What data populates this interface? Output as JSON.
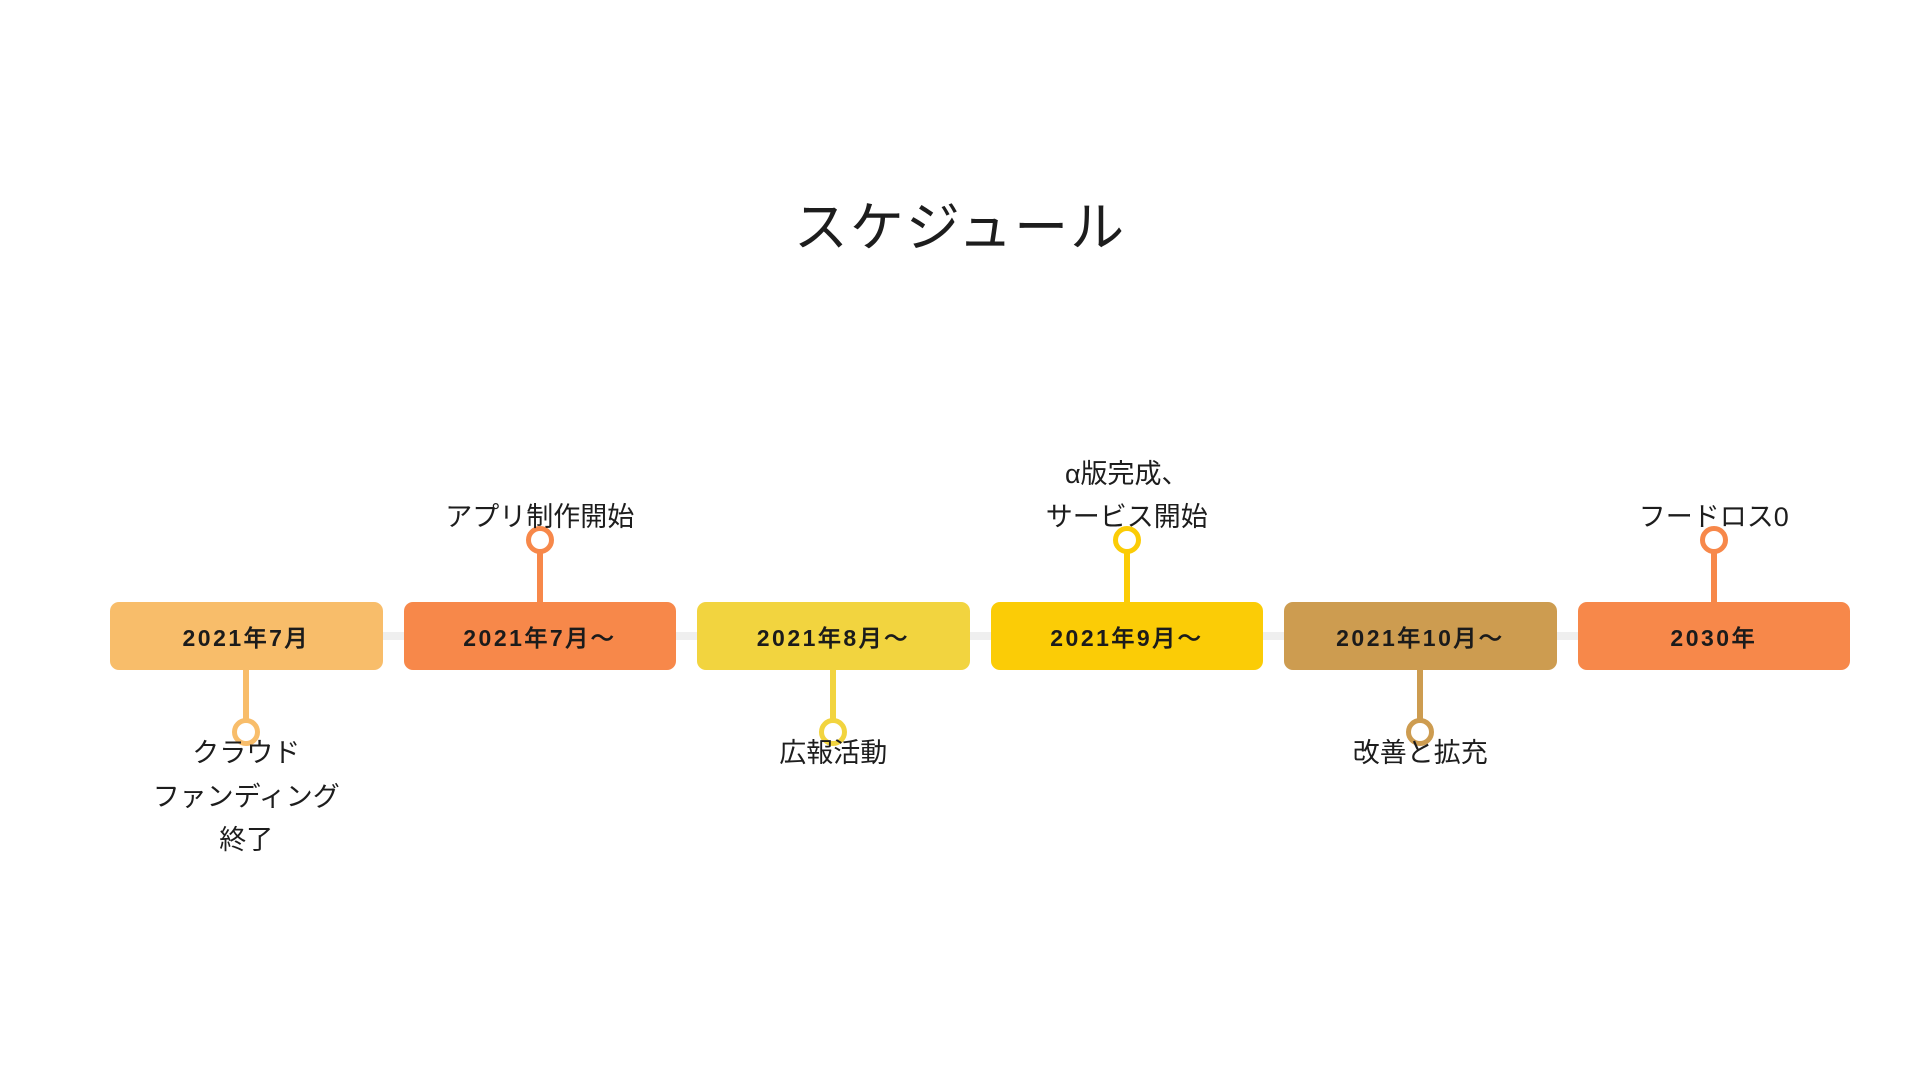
{
  "title": "スケジュール",
  "timeline": {
    "rail_color": "#efefef",
    "milestones": [
      {
        "period": "2021年7月",
        "color": "#f8bd6a",
        "event": "クラウド\nファンディング\n終了",
        "event_position": "below"
      },
      {
        "period": "2021年7月〜",
        "color": "#f7884a",
        "event": "アプリ制作開始",
        "event_position": "above"
      },
      {
        "period": "2021年8月〜",
        "color": "#f2d43f",
        "event": "広報活動",
        "event_position": "below"
      },
      {
        "period": "2021年9月〜",
        "color": "#fbcc06",
        "event": "α版完成、\nサービス開始",
        "event_position": "above"
      },
      {
        "period": "2021年10月〜",
        "color": "#cd9c50",
        "event": "改善と拡充",
        "event_position": "below"
      },
      {
        "period": "2030年",
        "color": "#f7884a",
        "event": "フードロス0",
        "event_position": "above"
      }
    ]
  }
}
